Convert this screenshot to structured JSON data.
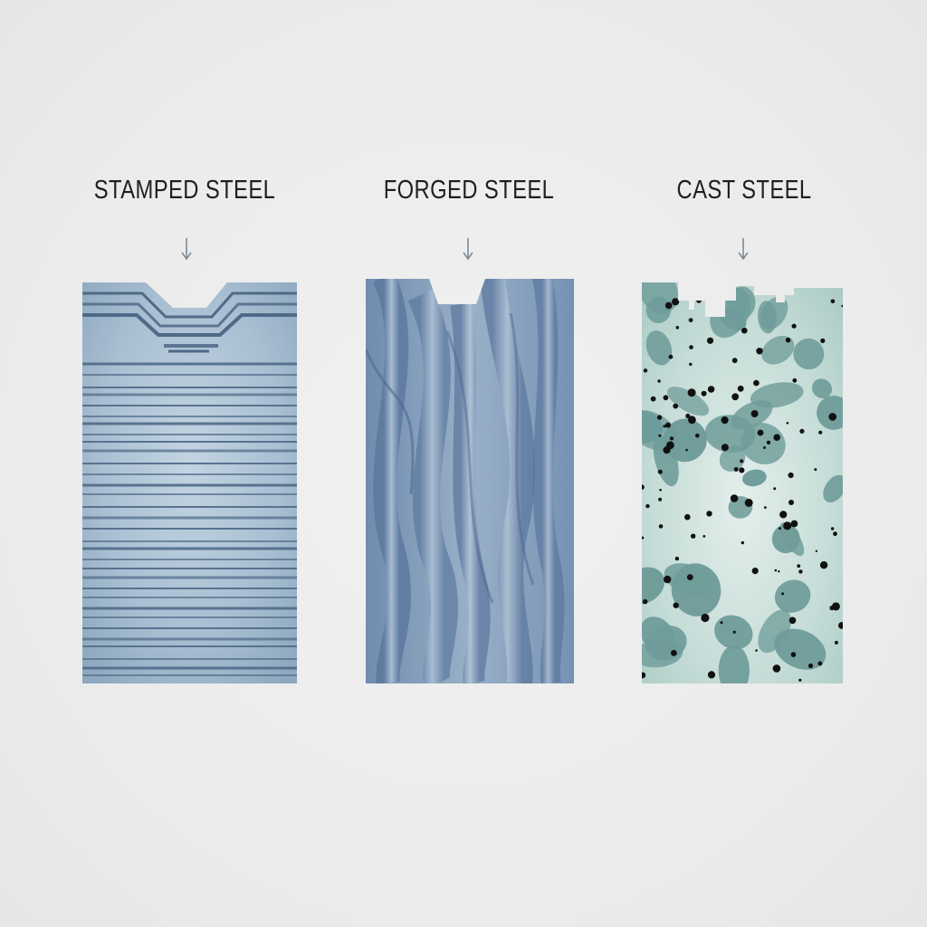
{
  "panels": [
    {
      "title": "STAMPED STEEL",
      "pattern": "horizontal-layered-grain",
      "color": "#8da5bb"
    },
    {
      "title": "FORGED STEEL",
      "pattern": "flowing-continuous-grain",
      "color": "#7e97b4"
    },
    {
      "title": "CAST STEEL",
      "pattern": "random-porous-grain",
      "color": "#b9d4cf"
    }
  ],
  "colors": {
    "background": "#ececec",
    "arrow": "#7d8a98",
    "stamped_lines": "#4f6a86",
    "forged_dark": "#5f7ea3",
    "cast_blobs": "#6e9a98",
    "cast_pores": "#111111"
  }
}
